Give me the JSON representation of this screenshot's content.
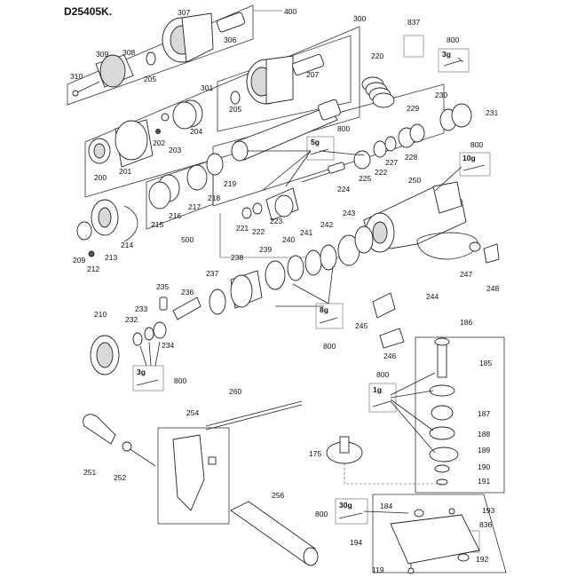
{
  "diagram_title": "D25405K.",
  "part_numbers": [
    "307",
    "400",
    "306",
    "309",
    "308",
    "310",
    "205",
    "300",
    "301",
    "207",
    "220",
    "837",
    "800",
    "203",
    "204",
    "202",
    "201",
    "200",
    "219",
    "218",
    "217",
    "216",
    "215",
    "500",
    "5g",
    "229",
    "230",
    "231",
    "221",
    "222",
    "223",
    "224",
    "225",
    "227",
    "228",
    "10g",
    "250",
    "213",
    "214",
    "209",
    "212",
    "235",
    "236",
    "237",
    "238",
    "239",
    "240",
    "241",
    "242",
    "243",
    "244",
    "245",
    "246",
    "247",
    "248",
    "210",
    "232",
    "233",
    "234",
    "3g",
    "8g",
    "186",
    "185",
    "187",
    "188",
    "189",
    "190",
    "191",
    "1g",
    "175",
    "260",
    "254",
    "251",
    "252",
    "256",
    "184",
    "193",
    "194",
    "836",
    "192",
    "119",
    "30g"
  ],
  "grease_tags": [
    "3g",
    "5g",
    "10g",
    "8g",
    "3g",
    "1g",
    "30g"
  ]
}
